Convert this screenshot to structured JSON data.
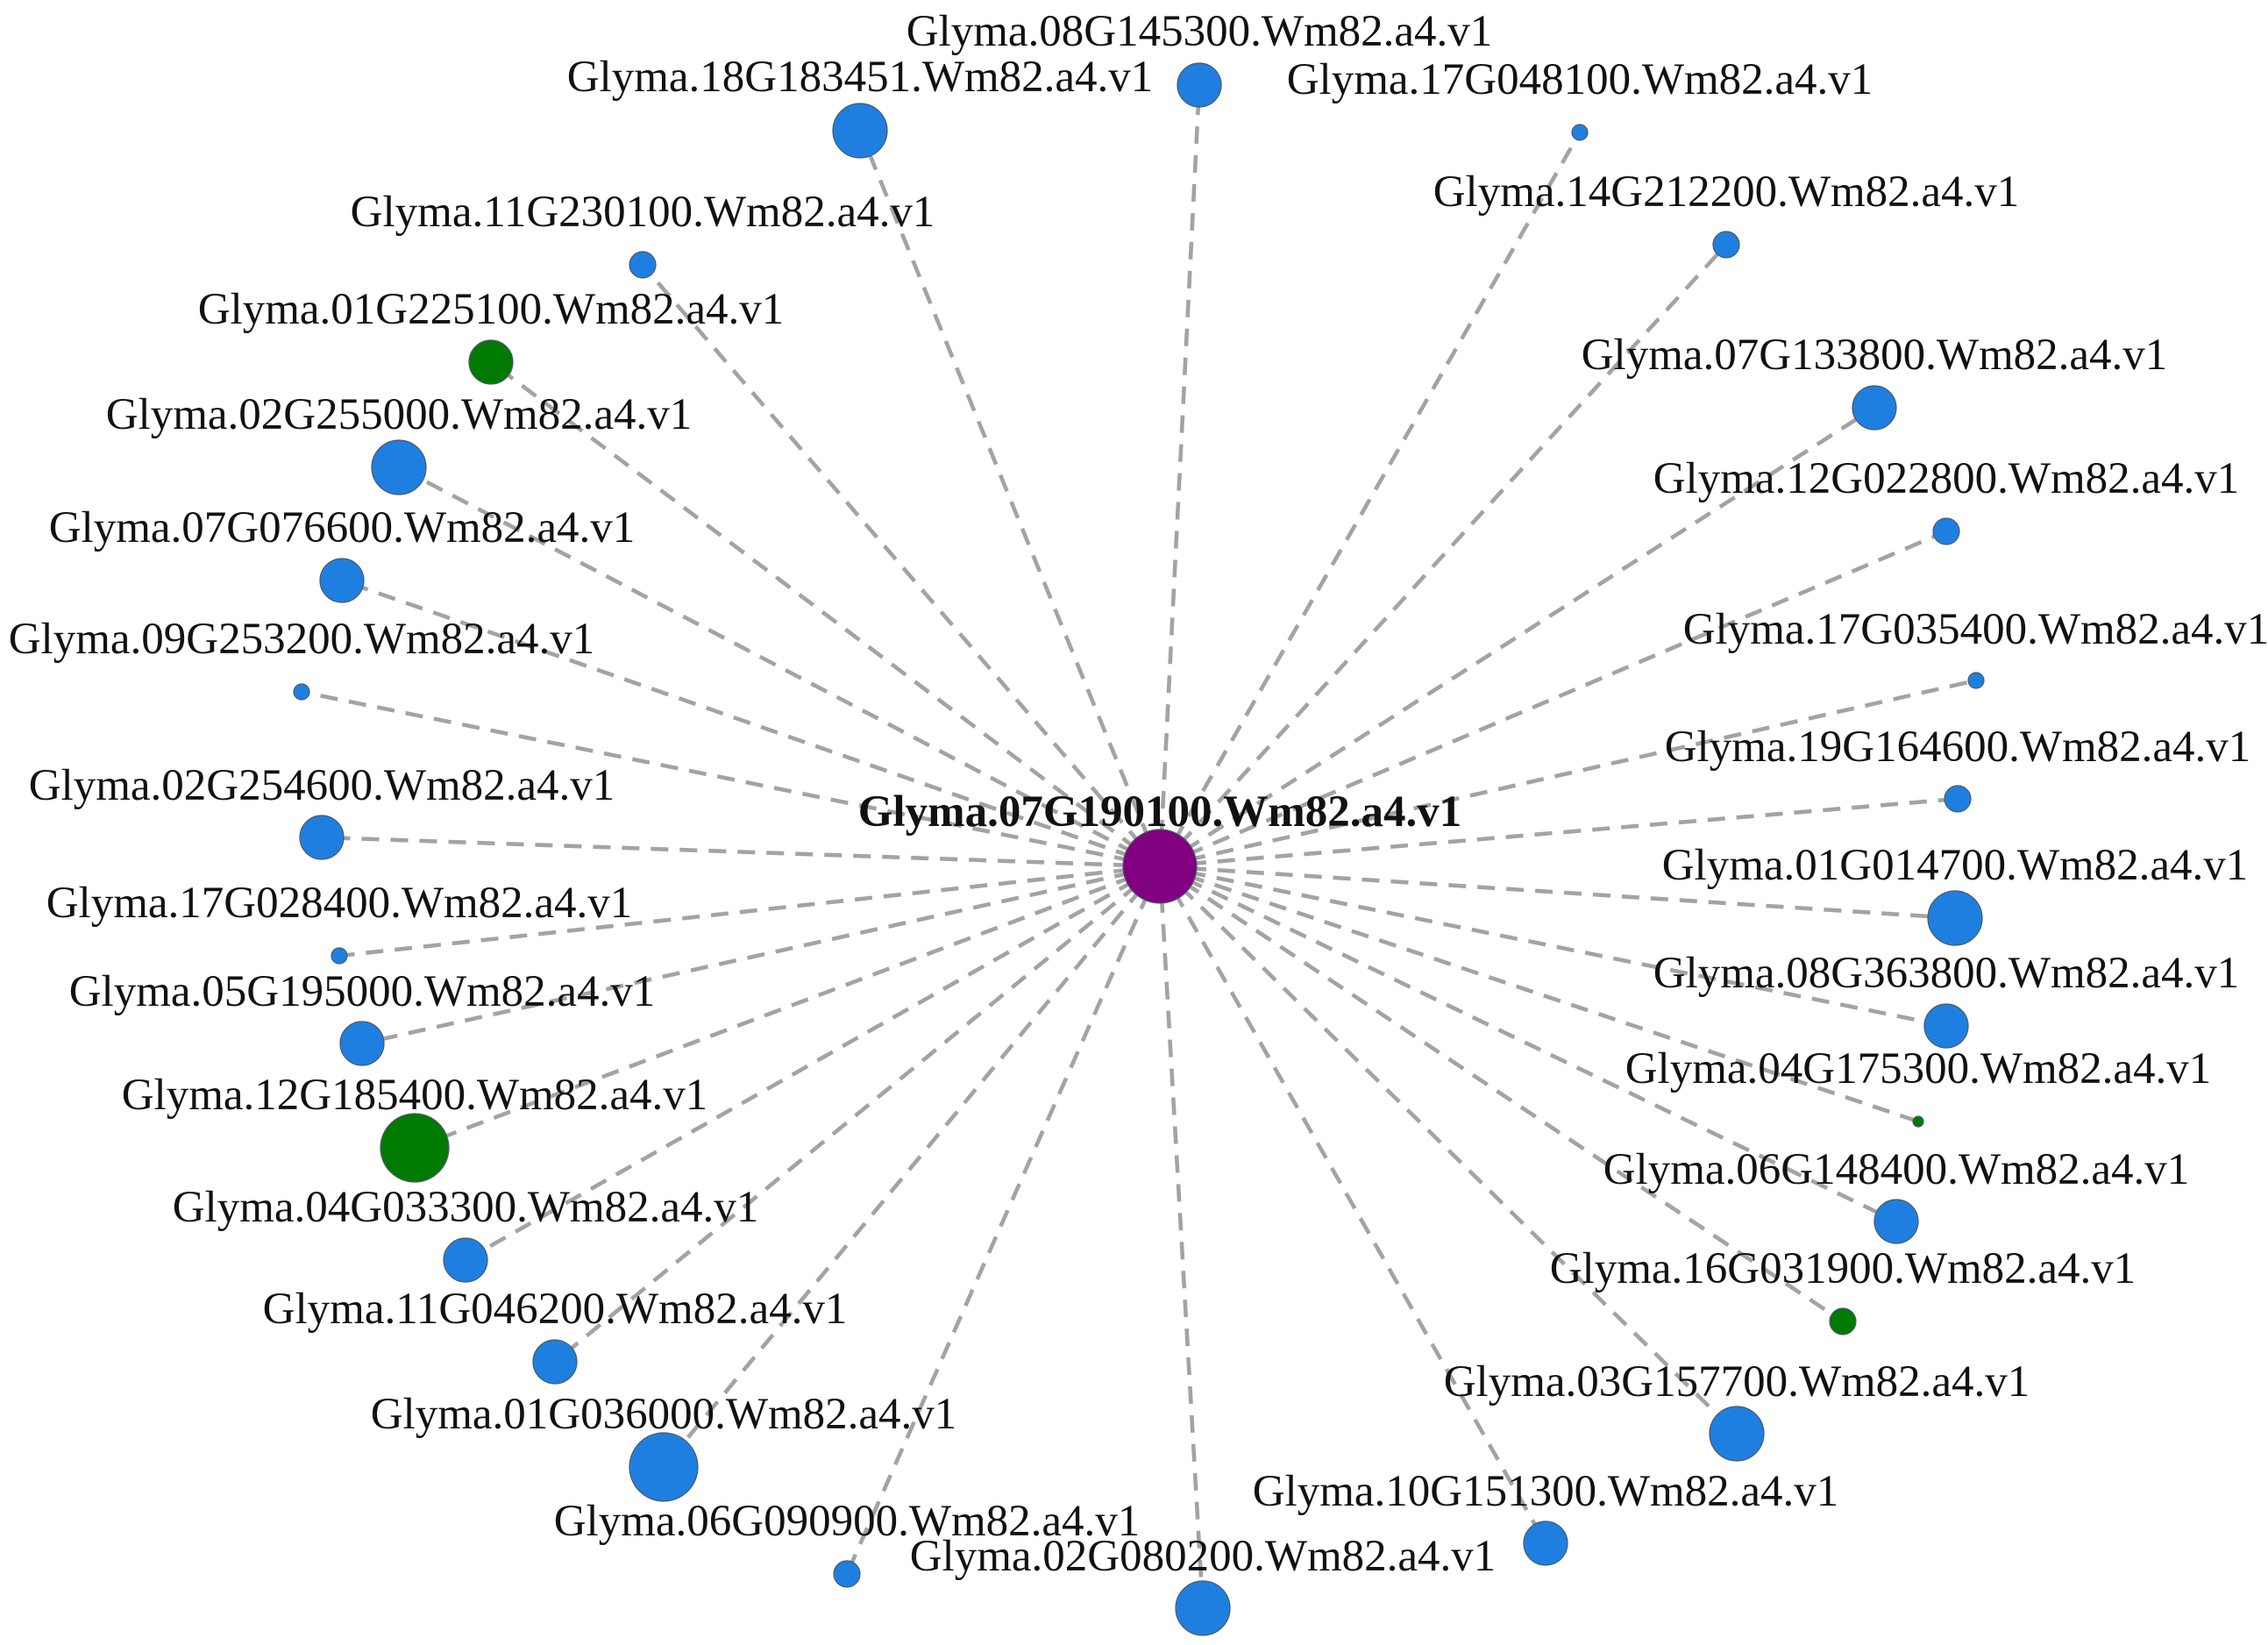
{
  "colors": {
    "center": "#800080",
    "blue": "#1f7fe0",
    "green": "#007a00",
    "edge": "#a3a3a3"
  },
  "center": {
    "label": "Glyma.07G190100.Wm82.a4.v1",
    "color": "center"
  },
  "nodes": [
    {
      "label": "Glyma.08G145300.Wm82.a4.v1",
      "color": "blue",
      "size": "medium"
    },
    {
      "label": "Glyma.18G183451.Wm82.a4.v1",
      "color": "blue",
      "size": "large"
    },
    {
      "label": "Glyma.17G048100.Wm82.a4.v1",
      "color": "blue",
      "size": "tiny"
    },
    {
      "label": "Glyma.11G230100.Wm82.a4.v1",
      "color": "blue",
      "size": "small"
    },
    {
      "label": "Glyma.14G212200.Wm82.a4.v1",
      "color": "blue",
      "size": "small"
    },
    {
      "label": "Glyma.01G225100.Wm82.a4.v1",
      "color": "green",
      "size": "medium"
    },
    {
      "label": "Glyma.07G133800.Wm82.a4.v1",
      "color": "blue",
      "size": "medium"
    },
    {
      "label": "Glyma.02G255000.Wm82.a4.v1",
      "color": "blue",
      "size": "large"
    },
    {
      "label": "Glyma.12G022800.Wm82.a4.v1",
      "color": "blue",
      "size": "small"
    },
    {
      "label": "Glyma.07G076600.Wm82.a4.v1",
      "color": "blue",
      "size": "medium"
    },
    {
      "label": "Glyma.17G035400.Wm82.a4.v1",
      "color": "blue",
      "size": "tiny"
    },
    {
      "label": "Glyma.09G253200.Wm82.a4.v1",
      "color": "blue",
      "size": "tiny"
    },
    {
      "label": "Glyma.19G164600.Wm82.a4.v1",
      "color": "blue",
      "size": "small"
    },
    {
      "label": "Glyma.02G254600.Wm82.a4.v1",
      "color": "blue",
      "size": "medium"
    },
    {
      "label": "Glyma.01G014700.Wm82.a4.v1",
      "color": "blue",
      "size": "large"
    },
    {
      "label": "Glyma.17G028400.Wm82.a4.v1",
      "color": "blue",
      "size": "tiny"
    },
    {
      "label": "Glyma.08G363800.Wm82.a4.v1",
      "color": "blue",
      "size": "medium"
    },
    {
      "label": "Glyma.05G195000.Wm82.a4.v1",
      "color": "blue",
      "size": "medium"
    },
    {
      "label": "Glyma.04G175300.Wm82.a4.v1",
      "color": "green",
      "size": "dot"
    },
    {
      "label": "Glyma.12G185400.Wm82.a4.v1",
      "color": "green",
      "size": "xlarge"
    },
    {
      "label": "Glyma.06G148400.Wm82.a4.v1",
      "color": "blue",
      "size": "medium"
    },
    {
      "label": "Glyma.04G033300.Wm82.a4.v1",
      "color": "blue",
      "size": "medium"
    },
    {
      "label": "Glyma.16G031900.Wm82.a4.v1",
      "color": "green",
      "size": "small"
    },
    {
      "label": "Glyma.11G046200.Wm82.a4.v1",
      "color": "blue",
      "size": "medium"
    },
    {
      "label": "Glyma.03G157700.Wm82.a4.v1",
      "color": "blue",
      "size": "large"
    },
    {
      "label": "Glyma.01G036000.Wm82.a4.v1",
      "color": "blue",
      "size": "xlarge"
    },
    {
      "label": "Glyma.10G151300.Wm82.a4.v1",
      "color": "blue",
      "size": "medium"
    },
    {
      "label": "Glyma.06G090900.Wm82.a4.v1",
      "color": "blue",
      "size": "small"
    },
    {
      "label": "Glyma.02G080200.Wm82.a4.v1",
      "color": "blue",
      "size": "large"
    }
  ]
}
